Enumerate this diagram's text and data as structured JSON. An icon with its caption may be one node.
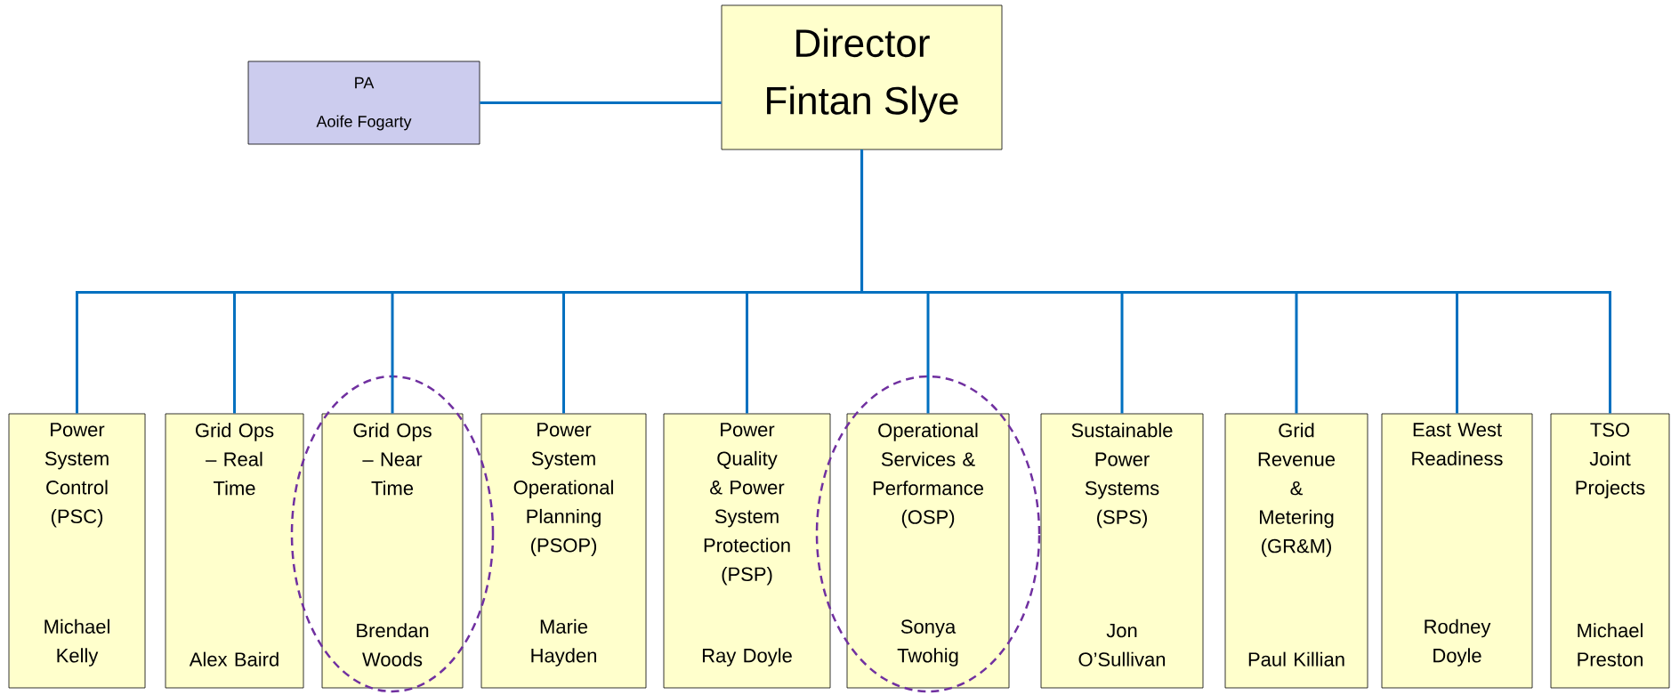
{
  "diagram": {
    "nodes": [
      {
        "text": [
          "Director",
          "Fintan Slye"
        ]
      },
      {
        "text": [
          "PA",
          "Aoife Fogarty"
        ]
      },
      {
        "text": [
          "Power System Control (PSC)",
          "Michael Kelly"
        ]
      },
      {
        "text": [
          "Grid Ops – Real Time",
          "Alex Baird"
        ]
      },
      {
        "text": [
          "Grid Ops – Near Time",
          "Brendan Woods"
        ],
        "in": 12
      },
      {
        "text": [
          "Power System Operational Planning (PSOP)",
          "Marie Hayden"
        ]
      },
      {
        "text": [
          "Power Quality & Power System Protection (PSP)",
          "Ray Doyle"
        ]
      },
      {
        "text": [
          "Operational Services & Performance (OSP)",
          "Sonya Twohig"
        ],
        "in": 13
      },
      {
        "text": [
          "Sustainable Power Systems (SPS)",
          "Jon O’Sullivan"
        ]
      },
      {
        "text": [
          "Grid Revenue & Metering (GR&M)",
          "Paul Killian"
        ]
      },
      {
        "text": [
          "East West Readiness",
          "Rodney Doyle"
        ]
      },
      {
        "text": [
          "TSO Joint Projects",
          "Michael Preston"
        ]
      },
      {
        "text": [],
        "shape": "ellipse"
      },
      {
        "text": [],
        "shape": "ellipse"
      }
    ],
    "edges": [
      {
        "from": 0,
        "to": 1,
        "arrow": "none"
      },
      {
        "from": 0,
        "to": 2,
        "arrow": "none"
      },
      {
        "from": 0,
        "to": 3,
        "arrow": "none"
      },
      {
        "from": 0,
        "to": 4,
        "arrow": "none"
      },
      {
        "from": 0,
        "to": 5,
        "arrow": "none"
      },
      {
        "from": 0,
        "to": 6,
        "arrow": "none"
      },
      {
        "from": 0,
        "to": 7,
        "arrow": "none"
      },
      {
        "from": 0,
        "to": 8,
        "arrow": "none"
      },
      {
        "from": 0,
        "to": 9,
        "arrow": "none"
      },
      {
        "from": 0,
        "to": 10,
        "arrow": "none"
      },
      {
        "from": 0,
        "to": 11,
        "arrow": "none"
      }
    ]
  }
}
